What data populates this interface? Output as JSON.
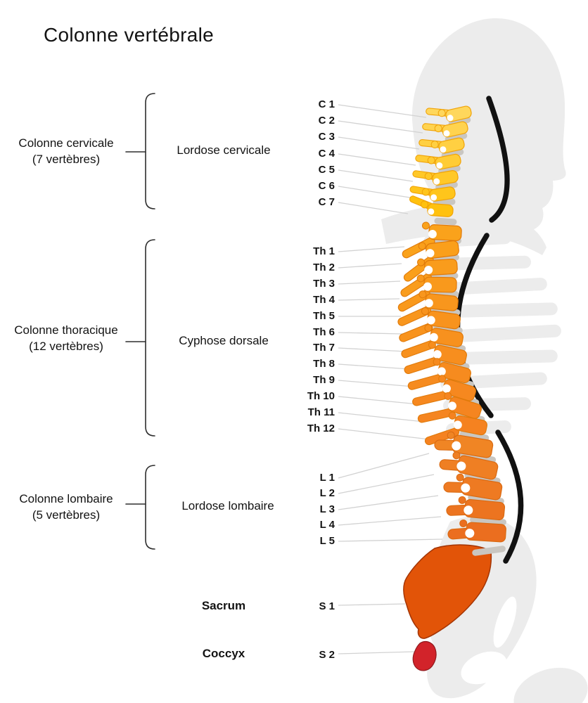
{
  "title": "Colonne vertébrale",
  "sections": [
    {
      "name": "cervicale",
      "label_line1": "Colonne cervicale",
      "label_line2": "(7 vertèbres)",
      "curve_label": "Lordose cervicale",
      "vertebra_count": 7
    },
    {
      "name": "thoracique",
      "label_line1": "Colonne thoracique",
      "label_line2": "(12 vertèbres)",
      "curve_label": "Cyphose dorsale",
      "vertebra_count": 12
    },
    {
      "name": "lombaire",
      "label_line1": "Colonne lombaire",
      "label_line2": "(5 vertèbres)",
      "curve_label": "Lordose lombaire",
      "vertebra_count": 5
    }
  ],
  "vertebrae": {
    "cervical": [
      "C 1",
      "C 2",
      "C 3",
      "C 4",
      "C 5",
      "C 6",
      "C 7"
    ],
    "thoracic": [
      "Th 1",
      "Th 2",
      "Th 3",
      "Th 4",
      "Th 5",
      "Th 6",
      "Th 7",
      "Th 8",
      "Th 9",
      "Th 10",
      "Th 11",
      "Th 12"
    ],
    "lumbar": [
      "L 1",
      "L 2",
      "L 3",
      "L 4",
      "L 5"
    ],
    "sacral": [
      "S 1",
      "S 2"
    ]
  },
  "sacrum_label": "Sacrum",
  "coccyx_label": "Coccyx",
  "colors": {
    "background": "#ffffff",
    "silhouette": "#ececec",
    "disc": "#c9c6c1",
    "arc": "#111111",
    "leader_line": "#d2d2d2",
    "bracket": "#2e2e2e",
    "text": "#131313",
    "cervical": [
      "#ffd75c",
      "#ffc10e"
    ],
    "cervical_stroke": "#f0a309",
    "thoracic": [
      "#faa21b",
      "#f58220"
    ],
    "thoracic_stroke": "#e07a0a",
    "lumbar": [
      "#f08524",
      "#eb6e1f"
    ],
    "lumbar_stroke": "#d96a12",
    "sacrum": "#e25408",
    "sacrum_stroke": "#a33403",
    "coccyx": "#d2232a",
    "coccyx_stroke": "#8e1a1e"
  }
}
